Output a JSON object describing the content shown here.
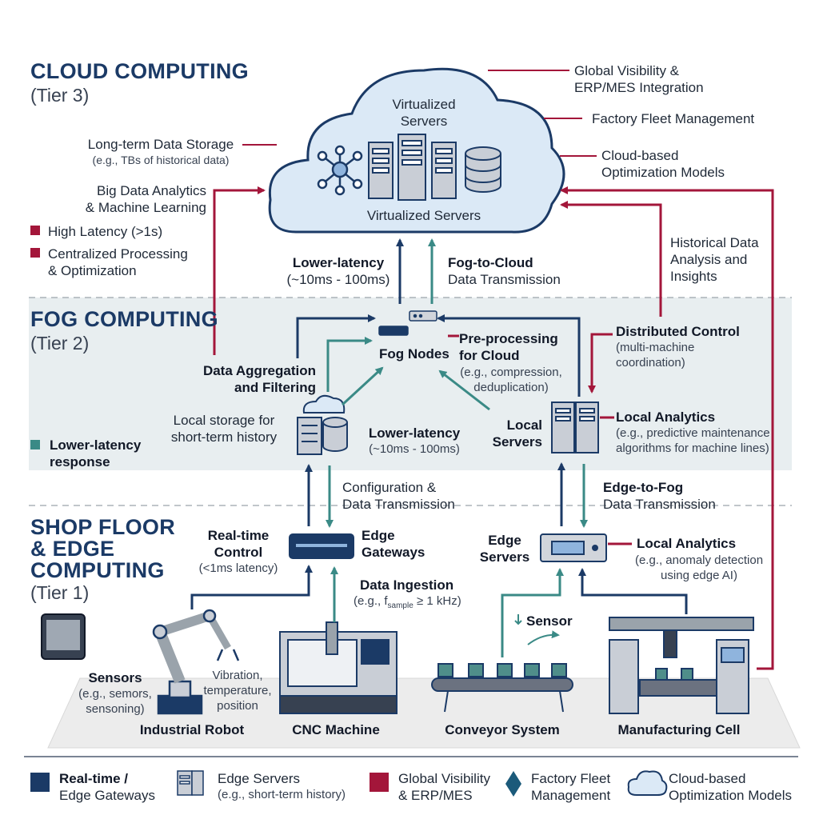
{
  "tiers": {
    "cloud": {
      "title": "CLOUD COMPUTING",
      "sub": "(Tier 3)"
    },
    "fog": {
      "title": "FOG COMPUTING",
      "sub": "(Tier 2)"
    },
    "edge": {
      "title_1": "SHOP FLOOR",
      "title_2": "& EDGE",
      "title_3": "COMPUTING",
      "sub": "(Tier 1)"
    }
  },
  "cloud": {
    "servers_top_1": "Virtualized",
    "servers_top_2": "Servers",
    "servers_bottom": "Virtualized Servers",
    "left": {
      "storage_1": "Long-term Data Storage",
      "storage_2": "(e.g., TBs of historical data)",
      "analytics_1": "Big Data Analytics",
      "analytics_2": "& Machine Learning",
      "latency": "High Latency (>1s)",
      "central_1": "Centralized Processing",
      "central_2": "& Optimization"
    },
    "right": {
      "visibility_1": "Global Visibility &",
      "visibility_2": "ERP/MES Integration",
      "fleet": "Factory Fleet Management",
      "models_1": "Cloud-based",
      "models_2": "Optimization Models",
      "historical_1": "Historical Data",
      "historical_2": "Analysis and",
      "historical_3": "Insights"
    },
    "up_left_1": "Lower-latency",
    "up_left_2": "(~10ms - 100ms)",
    "up_right_1": "Fog-to-Cloud",
    "up_right_2": "Data Transmission"
  },
  "fog": {
    "nodes": "Fog Nodes",
    "preproc_1": "Pre-processing",
    "preproc_2": "for Cloud",
    "preproc_3": "(e.g., compression,",
    "preproc_4": "deduplication)",
    "aggregation_1": "Data Aggregation",
    "aggregation_2": "and Filtering",
    "distributed_1": "Distributed Control",
    "distributed_2": "(multi-machine",
    "distributed_3": "coordination)",
    "local_storage_1": "Local storage for",
    "local_storage_2": "short-term history",
    "lower_latency_1": "Lower-latency",
    "lower_latency_2": "(~10ms - 100ms)",
    "local_servers_1": "Local",
    "local_servers_2": "Servers",
    "local_analytics_1": "Local Analytics",
    "local_analytics_2": "(e.g., predictive maintenance",
    "local_analytics_3": "algorithms for machine lines)",
    "response_1": "Lower-latency",
    "response_2": "response"
  },
  "edge": {
    "config_1": "Configuration &",
    "config_2": "Data Transmission",
    "edge_fog_1": "Edge-to-Fog",
    "edge_fog_2": "Data Transmission",
    "realtime_1": "Real-time",
    "realtime_2": "Control",
    "realtime_3": "(<1ms latency)",
    "gateways_1": "Edge",
    "gateways_2": "Gateways",
    "ingestion_1": "Data Ingestion",
    "ingestion_2": "(e.g., f",
    "ingestion_sub": "sample",
    "ingestion_3": " ≥ 1 kHz)",
    "edge_servers_1": "Edge",
    "edge_servers_2": "Servers",
    "analytics_1": "Local Analytics",
    "analytics_2": "(e.g., anomaly detection",
    "analytics_3": "using edge AI)",
    "sensor": "Sensor",
    "sensors_1": "Sensors",
    "sensors_2": "(e.g., semors,",
    "sensors_3": "sensoning)",
    "vibration_1": "Vibration,",
    "vibration_2": "temperature,",
    "vibration_3": "position",
    "robot": "Industrial Robot",
    "cnc": "CNC Machine",
    "conveyor": "Conveyor System",
    "cell": "Manufacturing Cell"
  },
  "legend": {
    "l1_1": "Real-time /",
    "l1_2": "Edge Gateways",
    "l2_1": "Edge Servers",
    "l2_2": "(e.g., short-term history)",
    "l3_1": "Global Visibility",
    "l3_2": "& ERP/MES",
    "l4_1": "Factory Fleet",
    "l4_2": "Management",
    "l5_1": "Cloud-based",
    "l5_2": "Optimization Models"
  },
  "colors": {
    "navy": "#1b3a66",
    "teal": "#3a8a86",
    "crimson": "#a3163a",
    "fog_band": "#e8eef0",
    "cloud_fill": "#dbe9f6"
  }
}
